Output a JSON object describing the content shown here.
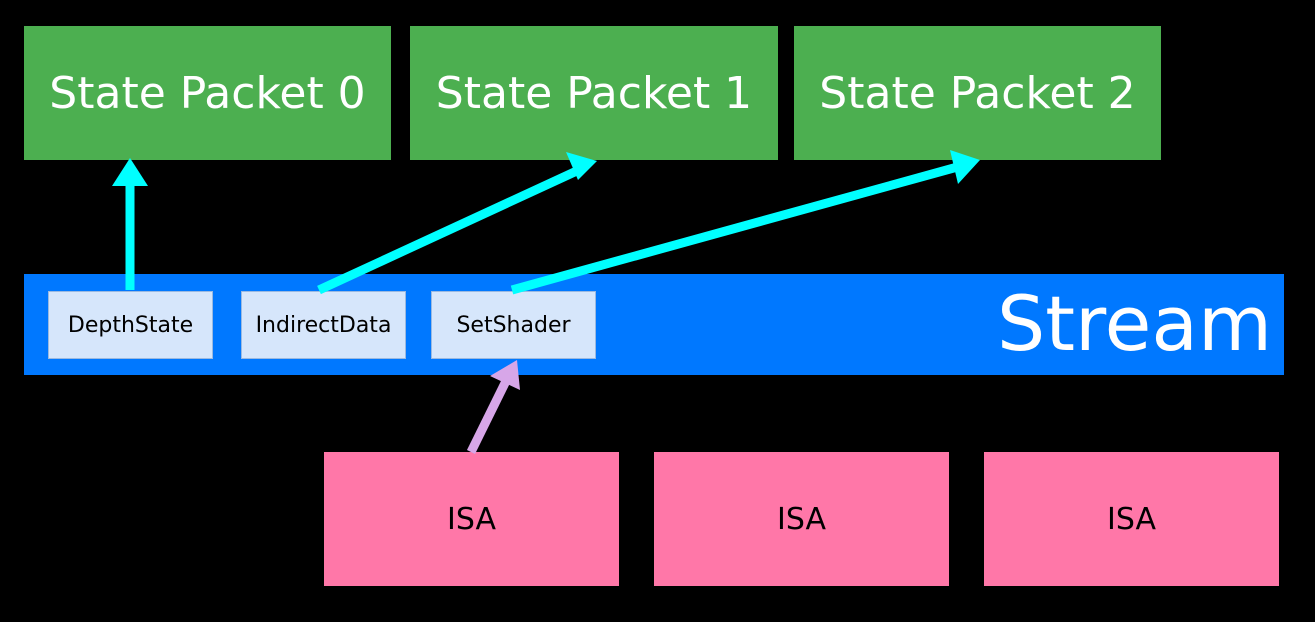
{
  "colors": {
    "background": "#000000",
    "packet": "#4caf50",
    "stream": "#0078ff",
    "command": "#d6e6fb",
    "isa": "#ff77a8",
    "arrow_primary": "#00ffff",
    "arrow_secondary": "#d7a6e8"
  },
  "state_packets": [
    {
      "label": "State Packet 0"
    },
    {
      "label": "State Packet 1"
    },
    {
      "label": "State Packet 2"
    }
  ],
  "stream": {
    "label": "Stream",
    "commands": [
      {
        "label": "DepthState"
      },
      {
        "label": "IndirectData"
      },
      {
        "label": "SetShader"
      }
    ]
  },
  "isa_blocks": [
    {
      "label": "ISA"
    },
    {
      "label": "ISA"
    },
    {
      "label": "ISA"
    }
  ]
}
